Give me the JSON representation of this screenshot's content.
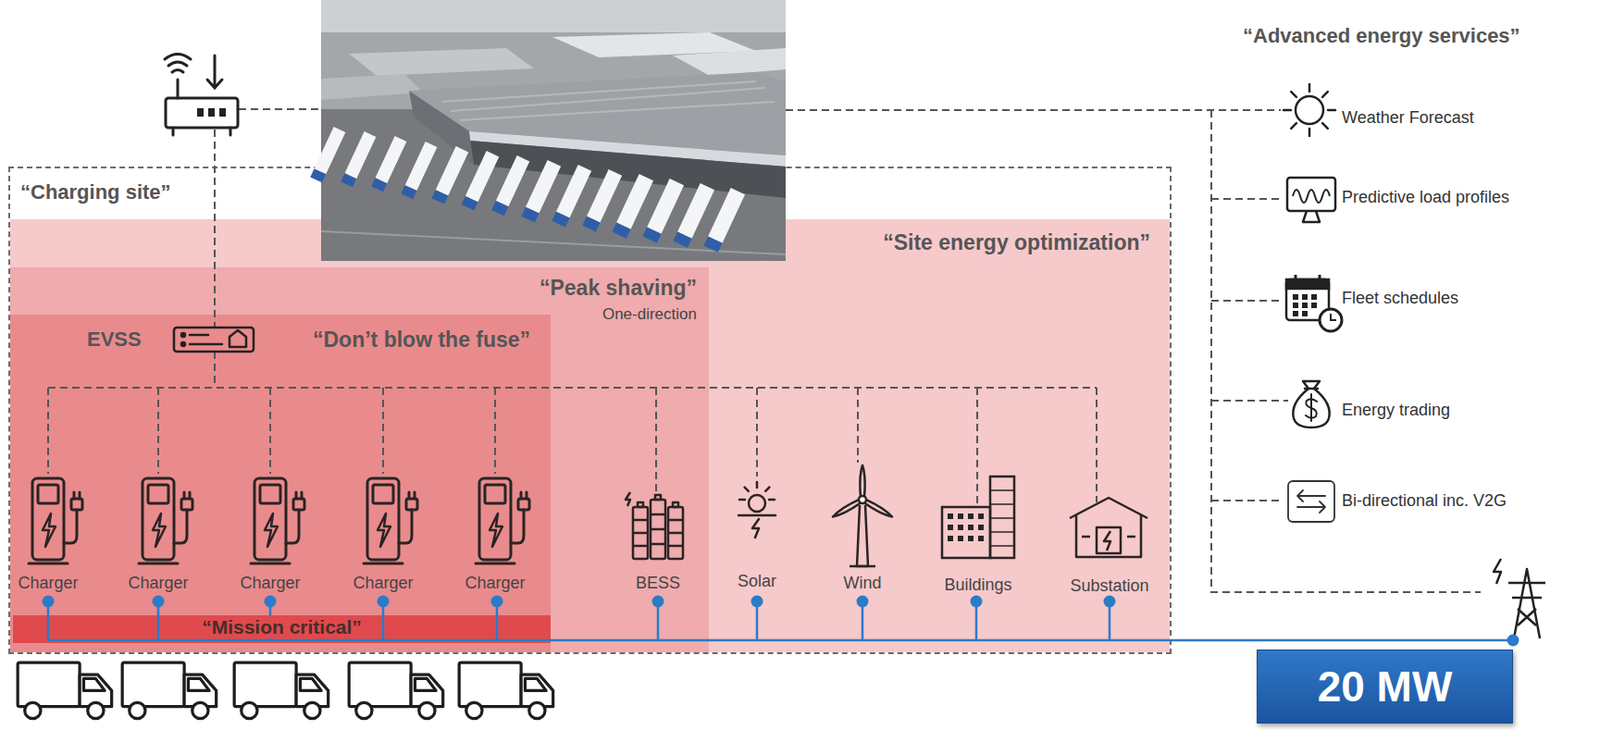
{
  "diagram": {
    "nodes": [
      {
        "text": [
          "“Charging site”"
        ]
      },
      {
        "text": [
          "“Site energy optimization”"
        ],
        "in": 0
      },
      {
        "text": [
          "“Peak shaving”",
          "One-direction"
        ],
        "in": 1
      },
      {
        "text": [
          "“Don’t blow the fuse”"
        ],
        "in": 2
      },
      {
        "text": [
          "“Mission critical”"
        ],
        "in": 3
      },
      {
        "text": [
          "20 MW"
        ]
      }
    ],
    "labels": [
      "EVSS",
      "Charger",
      "Charger",
      "Charger",
      "Charger",
      "Charger",
      "BESS",
      "Solar",
      "Wind",
      "Buildings",
      "Substation",
      "“Advanced energy services”",
      "Weather Forecast",
      "Predictive load profiles",
      "Fleet schedules",
      "Energy trading",
      "Bi-directional inc. V2G"
    ]
  }
}
